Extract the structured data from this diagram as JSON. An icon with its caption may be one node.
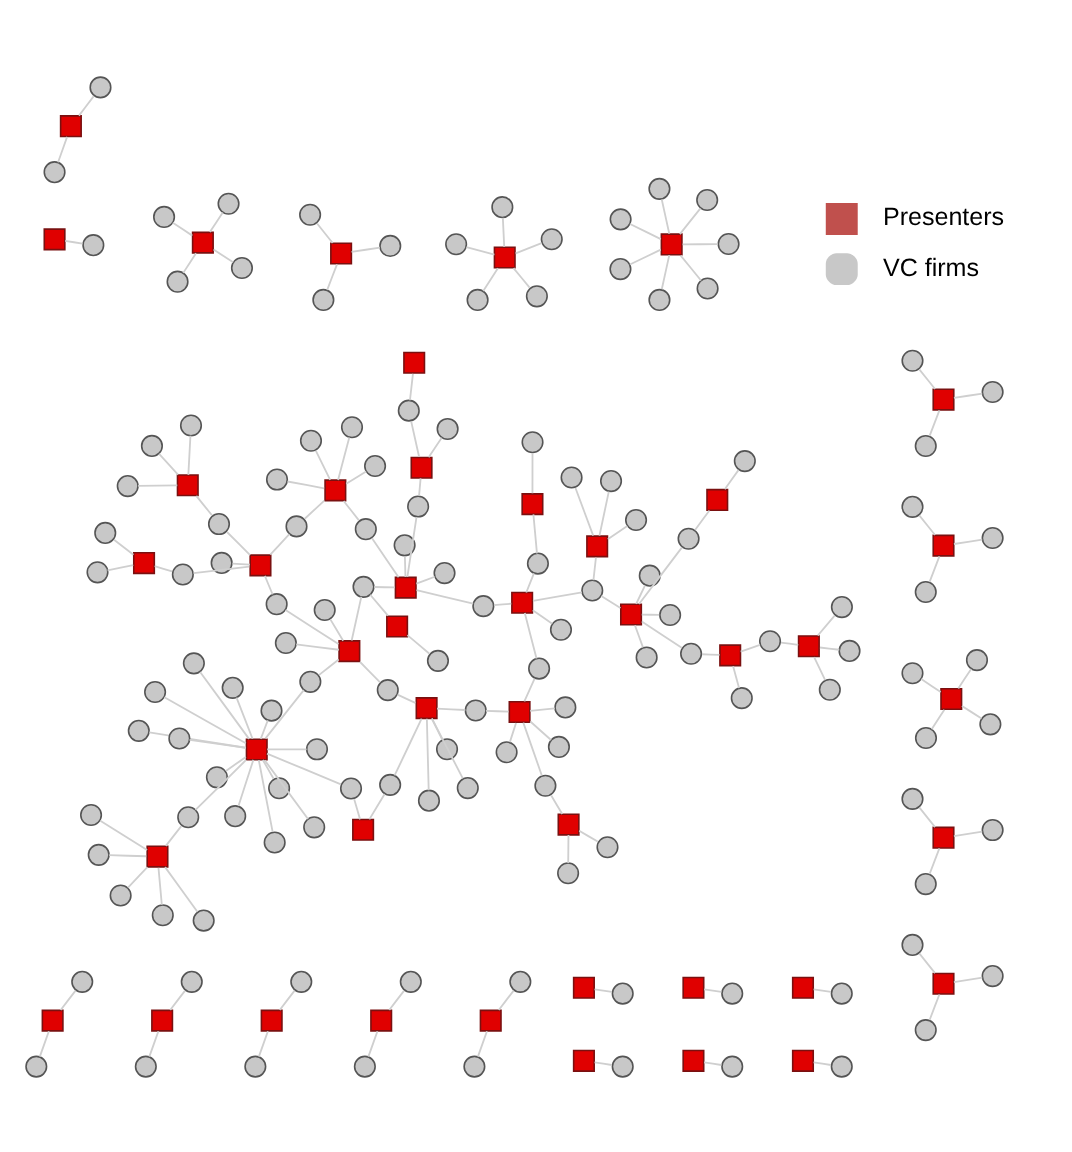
{
  "diagram": {
    "nodes": [
      {
        "text": [],
        "shape": "box"
      },
      {
        "text": [],
        "shape": "circle"
      },
      {
        "text": [],
        "shape": "circle"
      },
      {
        "text": [],
        "shape": "circle"
      },
      {
        "text": [],
        "shape": "circle"
      },
      {
        "text": [],
        "shape": "circle"
      },
      {
        "text": [],
        "shape": "circle"
      },
      {
        "text": [],
        "shape": "circle"
      },
      {
        "text": [],
        "shape": "circle"
      },
      {
        "text": [],
        "shape": "circle"
      },
      {
        "text": [],
        "shape": "circle"
      },
      {
        "text": [],
        "shape": "circle"
      },
      {
        "text": [],
        "shape": "circle"
      },
      {
        "text": [],
        "shape": "box"
      },
      {
        "text": [],
        "shape": "circle"
      },
      {
        "text": [],
        "shape": "circle"
      },
      {
        "text": [],
        "shape": "circle"
      },
      {
        "text": [],
        "shape": "circle"
      },
      {
        "text": [],
        "shape": "circle"
      },
      {
        "text": [],
        "shape": "circle"
      },
      {
        "text": [],
        "shape": "box"
      },
      {
        "text": [],
        "shape": "circle"
      },
      {
        "text": [],
        "shape": "circle"
      },
      {
        "text": [],
        "shape": "box"
      },
      {
        "text": [],
        "shape": "circle"
      },
      {
        "text": [],
        "shape": "circle"
      },
      {
        "text": [],
        "shape": "circle"
      },
      {
        "text": [],
        "shape": "box"
      },
      {
        "text": [],
        "shape": "circle"
      },
      {
        "text": [],
        "shape": "circle"
      },
      {
        "text": [],
        "shape": "circle"
      },
      {
        "text": [],
        "shape": "circle"
      },
      {
        "text": [],
        "shape": "box"
      },
      {
        "text": [],
        "shape": "circle"
      },
      {
        "text": [],
        "shape": "circle"
      },
      {
        "text": [],
        "shape": "circle"
      },
      {
        "text": [],
        "shape": "box"
      },
      {
        "text": [],
        "shape": "circle"
      },
      {
        "text": [],
        "shape": "circle"
      },
      {
        "text": [],
        "shape": "box"
      },
      {
        "text": [],
        "shape": "circle"
      },
      {
        "text": [],
        "shape": "circle"
      },
      {
        "text": [],
        "shape": "circle"
      },
      {
        "text": [],
        "shape": "circle"
      },
      {
        "text": [],
        "shape": "box"
      },
      {
        "text": [],
        "shape": "circle"
      },
      {
        "text": [],
        "shape": "circle"
      },
      {
        "text": [],
        "shape": "box"
      },
      {
        "text": [],
        "shape": "circle"
      },
      {
        "text": [],
        "shape": "circle"
      },
      {
        "text": [],
        "shape": "circle"
      },
      {
        "text": [],
        "shape": "box"
      },
      {
        "text": [],
        "shape": "circle"
      },
      {
        "text": [],
        "shape": "circle"
      },
      {
        "text": [],
        "shape": "box"
      },
      {
        "text": [],
        "shape": "circle"
      },
      {
        "text": [],
        "shape": "circle"
      },
      {
        "text": [],
        "shape": "box"
      },
      {
        "text": [],
        "shape": "circle"
      },
      {
        "text": [],
        "shape": "circle"
      },
      {
        "text": [],
        "shape": "circle"
      },
      {
        "text": [],
        "shape": "circle"
      },
      {
        "text": [],
        "shape": "box"
      },
      {
        "text": [],
        "shape": "circle"
      },
      {
        "text": [],
        "shape": "circle"
      },
      {
        "text": [],
        "shape": "circle"
      },
      {
        "text": [],
        "shape": "box"
      },
      {
        "text": [],
        "shape": "circle"
      },
      {
        "text": [],
        "shape": "circle"
      },
      {
        "text": [],
        "shape": "box"
      },
      {
        "text": [],
        "shape": "circle"
      },
      {
        "text": [],
        "shape": "circle"
      },
      {
        "text": [],
        "shape": "box"
      },
      {
        "text": [],
        "shape": "circle"
      },
      {
        "text": [],
        "shape": "circle"
      },
      {
        "text": [],
        "shape": "circle"
      },
      {
        "text": [],
        "shape": "circle"
      },
      {
        "text": [],
        "shape": "box"
      },
      {
        "text": [],
        "shape": "circle"
      },
      {
        "text": [],
        "shape": "box"
      },
      {
        "text": [],
        "shape": "circle"
      },
      {
        "text": [],
        "shape": "circle"
      },
      {
        "text": [],
        "shape": "circle"
      },
      {
        "text": [],
        "shape": "circle"
      },
      {
        "text": [],
        "shape": "circle"
      },
      {
        "text": [],
        "shape": "box"
      },
      {
        "text": [],
        "shape": "circle"
      },
      {
        "text": [],
        "shape": "circle"
      },
      {
        "text": [],
        "shape": "circle"
      },
      {
        "text": [],
        "shape": "box"
      },
      {
        "text": [],
        "shape": "circle"
      },
      {
        "text": [],
        "shape": "circle"
      },
      {
        "text": [],
        "shape": "circle"
      },
      {
        "text": [],
        "shape": "circle"
      },
      {
        "text": [],
        "shape": "box"
      },
      {
        "text": [],
        "shape": "circle"
      },
      {
        "text": [],
        "shape": "circle"
      },
      {
        "text": [],
        "shape": "circle"
      },
      {
        "text": [],
        "shape": "box"
      },
      {
        "text": [],
        "shape": "circle"
      },
      {
        "text": [],
        "shape": "box"
      },
      {
        "text": [],
        "shape": "circle"
      },
      {
        "text": [],
        "shape": "circle"
      },
      {
        "text": [],
        "shape": "box"
      },
      {
        "text": [],
        "shape": "circle"
      },
      {
        "text": [],
        "shape": "circle"
      },
      {
        "text": [],
        "shape": "box"
      },
      {
        "text": [],
        "shape": "circle"
      },
      {
        "text": [],
        "shape": "circle"
      },
      {
        "text": [],
        "shape": "circle"
      },
      {
        "text": [],
        "shape": "box"
      },
      {
        "text": [],
        "shape": "circle"
      },
      {
        "text": [],
        "shape": "circle"
      },
      {
        "text": [],
        "shape": "circle"
      },
      {
        "text": [],
        "shape": "circle"
      },
      {
        "text": [],
        "shape": "box"
      },
      {
        "text": [],
        "shape": "circle"
      },
      {
        "text": [],
        "shape": "circle"
      },
      {
        "text": [],
        "shape": "box"
      },
      {
        "text": [],
        "shape": "circle"
      },
      {
        "text": [],
        "shape": "circle"
      },
      {
        "text": [],
        "shape": "circle"
      },
      {
        "text": [],
        "shape": "box"
      },
      {
        "text": [],
        "shape": "circle"
      },
      {
        "text": [],
        "shape": "circle"
      },
      {
        "text": [],
        "shape": "circle"
      },
      {
        "text": [],
        "shape": "box"
      },
      {
        "text": [],
        "shape": "circle"
      },
      {
        "text": [],
        "shape": "circle"
      },
      {
        "text": [],
        "shape": "circle"
      },
      {
        "text": [],
        "shape": "circle"
      },
      {
        "text": [],
        "shape": "box"
      },
      {
        "text": [],
        "shape": "circle"
      },
      {
        "text": [],
        "shape": "circle"
      },
      {
        "text": [],
        "shape": "circle"
      },
      {
        "text": [],
        "shape": "box"
      },
      {
        "text": [],
        "shape": "circle"
      },
      {
        "text": [],
        "shape": "circle"
      },
      {
        "text": [],
        "shape": "circle"
      },
      {
        "text": [],
        "shape": "box"
      },
      {
        "text": [],
        "shape": "circle"
      },
      {
        "text": [],
        "shape": "box"
      },
      {
        "text": [],
        "shape": "circle"
      },
      {
        "text": [],
        "shape": "circle"
      },
      {
        "text": [],
        "shape": "box"
      },
      {
        "text": [],
        "shape": "circle"
      },
      {
        "text": [],
        "shape": "box"
      },
      {
        "text": [],
        "shape": "circle"
      },
      {
        "text": [],
        "shape": "circle"
      },
      {
        "text": [],
        "shape": "circle"
      },
      {
        "text": [],
        "shape": "circle"
      },
      {
        "text": [],
        "shape": "circle"
      },
      {
        "text": [],
        "shape": "box"
      },
      {
        "text": [],
        "shape": "circle"
      },
      {
        "text": [],
        "shape": "circle"
      },
      {
        "text": [],
        "shape": "box"
      },
      {
        "text": [],
        "shape": "circle"
      },
      {
        "text": [],
        "shape": "box"
      },
      {
        "text": [],
        "shape": "circle"
      },
      {
        "text": [],
        "shape": "box"
      },
      {
        "text": [],
        "shape": "circle"
      },
      {
        "text": [],
        "shape": "circle"
      },
      {
        "text": [],
        "shape": "box"
      },
      {
        "text": [],
        "shape": "circle"
      },
      {
        "text": [],
        "shape": "box"
      },
      {
        "text": [],
        "shape": "circle"
      },
      {
        "text": [],
        "shape": "box"
      },
      {
        "text": [],
        "shape": "circle"
      },
      {
        "text": [],
        "shape": "circle"
      },
      {
        "text": [],
        "shape": "circle"
      },
      {
        "text": [],
        "shape": "circle"
      },
      {
        "text": [],
        "shape": "circle"
      },
      {
        "text": [],
        "shape": "circle"
      },
      {
        "text": [],
        "shape": "circle"
      }
    ],
    "edges": [
      {
        "from": 0,
        "to": 1,
        "arrow": "none"
      },
      {
        "from": 0,
        "to": 2,
        "arrow": "none"
      },
      {
        "from": 0,
        "to": 3,
        "arrow": "none"
      },
      {
        "from": 0,
        "to": 4,
        "arrow": "none"
      },
      {
        "from": 0,
        "to": 5,
        "arrow": "none"
      },
      {
        "from": 0,
        "to": 6,
        "arrow": "none"
      },
      {
        "from": 0,
        "to": 7,
        "arrow": "none"
      },
      {
        "from": 0,
        "to": 8,
        "arrow": "none"
      },
      {
        "from": 0,
        "to": 9,
        "arrow": "none"
      },
      {
        "from": 0,
        "to": 10,
        "arrow": "none"
      },
      {
        "from": 0,
        "to": 11,
        "arrow": "none"
      },
      {
        "from": 0,
        "to": 12,
        "arrow": "none"
      },
      {
        "from": 13,
        "to": 14,
        "arrow": "none"
      },
      {
        "from": 13,
        "to": 15,
        "arrow": "none"
      },
      {
        "from": 13,
        "to": 16,
        "arrow": "none"
      },
      {
        "from": 13,
        "to": 17,
        "arrow": "none"
      },
      {
        "from": 13,
        "to": 18,
        "arrow": "none"
      },
      {
        "from": 13,
        "to": 19,
        "arrow": "none"
      },
      {
        "from": 14,
        "to": 0,
        "arrow": "none"
      },
      {
        "from": 20,
        "to": 21,
        "arrow": "none"
      },
      {
        "from": 20,
        "to": 22,
        "arrow": "none"
      },
      {
        "from": 21,
        "to": 0,
        "arrow": "none"
      },
      {
        "from": 23,
        "to": 24,
        "arrow": "none"
      },
      {
        "from": 23,
        "to": 25,
        "arrow": "none"
      },
      {
        "from": 23,
        "to": 26,
        "arrow": "none"
      },
      {
        "from": 22,
        "to": 23,
        "arrow": "none"
      },
      {
        "from": 27,
        "to": 28,
        "arrow": "none"
      },
      {
        "from": 27,
        "to": 29,
        "arrow": "none"
      },
      {
        "from": 27,
        "to": 30,
        "arrow": "none"
      },
      {
        "from": 27,
        "to": 31,
        "arrow": "none"
      },
      {
        "from": 28,
        "to": 23,
        "arrow": "none"
      },
      {
        "from": 32,
        "to": 33,
        "arrow": "none"
      },
      {
        "from": 32,
        "to": 34,
        "arrow": "none"
      },
      {
        "from": 32,
        "to": 35,
        "arrow": "none"
      },
      {
        "from": 33,
        "to": 27,
        "arrow": "none"
      },
      {
        "from": 36,
        "to": 37,
        "arrow": "none"
      },
      {
        "from": 36,
        "to": 38,
        "arrow": "none"
      },
      {
        "from": 37,
        "to": 27,
        "arrow": "none"
      },
      {
        "from": 39,
        "to": 40,
        "arrow": "none"
      },
      {
        "from": 39,
        "to": 41,
        "arrow": "none"
      },
      {
        "from": 39,
        "to": 42,
        "arrow": "none"
      },
      {
        "from": 39,
        "to": 43,
        "arrow": "none"
      },
      {
        "from": 40,
        "to": 23,
        "arrow": "none"
      },
      {
        "from": 41,
        "to": 0,
        "arrow": "none"
      },
      {
        "from": 44,
        "to": 45,
        "arrow": "none"
      },
      {
        "from": 44,
        "to": 46,
        "arrow": "none"
      },
      {
        "from": 45,
        "to": 39,
        "arrow": "none"
      },
      {
        "from": 47,
        "to": 48,
        "arrow": "none"
      },
      {
        "from": 47,
        "to": 49,
        "arrow": "none"
      },
      {
        "from": 47,
        "to": 50,
        "arrow": "none"
      },
      {
        "from": 45,
        "to": 47,
        "arrow": "none"
      },
      {
        "from": 48,
        "to": 36,
        "arrow": "none"
      },
      {
        "from": 51,
        "to": 52,
        "arrow": "none"
      },
      {
        "from": 51,
        "to": 53,
        "arrow": "none"
      },
      {
        "from": 52,
        "to": 47,
        "arrow": "none"
      },
      {
        "from": 54,
        "to": 55,
        "arrow": "none"
      },
      {
        "from": 54,
        "to": 56,
        "arrow": "none"
      },
      {
        "from": 55,
        "to": 36,
        "arrow": "none"
      },
      {
        "from": 57,
        "to": 58,
        "arrow": "none"
      },
      {
        "from": 57,
        "to": 59,
        "arrow": "none"
      },
      {
        "from": 57,
        "to": 60,
        "arrow": "none"
      },
      {
        "from": 57,
        "to": 61,
        "arrow": "none"
      },
      {
        "from": 58,
        "to": 36,
        "arrow": "none"
      },
      {
        "from": 62,
        "to": 63,
        "arrow": "none"
      },
      {
        "from": 62,
        "to": 64,
        "arrow": "none"
      },
      {
        "from": 62,
        "to": 65,
        "arrow": "none"
      },
      {
        "from": 58,
        "to": 62,
        "arrow": "none"
      },
      {
        "from": 66,
        "to": 67,
        "arrow": "none"
      },
      {
        "from": 66,
        "to": 68,
        "arrow": "none"
      },
      {
        "from": 67,
        "to": 62,
        "arrow": "none"
      },
      {
        "from": 69,
        "to": 70,
        "arrow": "none"
      },
      {
        "from": 69,
        "to": 71,
        "arrow": "none"
      },
      {
        "from": 70,
        "to": 62,
        "arrow": "none"
      },
      {
        "from": 72,
        "to": 73,
        "arrow": "none"
      },
      {
        "from": 72,
        "to": 74,
        "arrow": "none"
      },
      {
        "from": 72,
        "to": 75,
        "arrow": "none"
      },
      {
        "from": 72,
        "to": 76,
        "arrow": "none"
      },
      {
        "from": 73,
        "to": 69,
        "arrow": "none"
      },
      {
        "from": 77,
        "to": 78,
        "arrow": "none"
      },
      {
        "from": 78,
        "to": 51,
        "arrow": "none"
      },
      {
        "from": 79,
        "to": 80,
        "arrow": "none"
      },
      {
        "from": 79,
        "to": 81,
        "arrow": "none"
      },
      {
        "from": 79,
        "to": 82,
        "arrow": "none"
      },
      {
        "from": 79,
        "to": 83,
        "arrow": "none"
      },
      {
        "from": 79,
        "to": 84,
        "arrow": "none"
      },
      {
        "from": 80,
        "to": 47,
        "arrow": "none"
      },
      {
        "from": 85,
        "to": 86,
        "arrow": "none"
      },
      {
        "from": 85,
        "to": 87,
        "arrow": "none"
      },
      {
        "from": 85,
        "to": 88,
        "arrow": "none"
      },
      {
        "from": 86,
        "to": 39,
        "arrow": "none"
      },
      {
        "from": 87,
        "to": 79,
        "arrow": "none"
      },
      {
        "from": 89,
        "to": 90,
        "arrow": "none"
      },
      {
        "from": 89,
        "to": 91,
        "arrow": "none"
      },
      {
        "from": 89,
        "to": 92,
        "arrow": "none"
      },
      {
        "from": 89,
        "to": 93,
        "arrow": "none"
      },
      {
        "from": 90,
        "to": 85,
        "arrow": "none"
      },
      {
        "from": 94,
        "to": 95,
        "arrow": "none"
      },
      {
        "from": 94,
        "to": 96,
        "arrow": "none"
      },
      {
        "from": 94,
        "to": 97,
        "arrow": "none"
      },
      {
        "from": 95,
        "to": 85,
        "arrow": "none"
      },
      {
        "from": 98,
        "to": 99,
        "arrow": "none"
      },
      {
        "from": 100,
        "to": 101,
        "arrow": "none"
      },
      {
        "from": 100,
        "to": 102,
        "arrow": "none"
      },
      {
        "from": 103,
        "to": 104,
        "arrow": "none"
      },
      {
        "from": 103,
        "to": 105,
        "arrow": "none"
      },
      {
        "from": 106,
        "to": 107,
        "arrow": "none"
      },
      {
        "from": 106,
        "to": 108,
        "arrow": "none"
      },
      {
        "from": 106,
        "to": 109,
        "arrow": "none"
      },
      {
        "from": 110,
        "to": 111,
        "arrow": "none"
      },
      {
        "from": 110,
        "to": 112,
        "arrow": "none"
      },
      {
        "from": 110,
        "to": 113,
        "arrow": "none"
      },
      {
        "from": 110,
        "to": 114,
        "arrow": "none"
      },
      {
        "from": 115,
        "to": 116,
        "arrow": "none"
      },
      {
        "from": 115,
        "to": 117,
        "arrow": "none"
      },
      {
        "from": 118,
        "to": 119,
        "arrow": "none"
      },
      {
        "from": 118,
        "to": 120,
        "arrow": "none"
      },
      {
        "from": 118,
        "to": 121,
        "arrow": "none"
      },
      {
        "from": 122,
        "to": 123,
        "arrow": "none"
      },
      {
        "from": 122,
        "to": 124,
        "arrow": "none"
      },
      {
        "from": 122,
        "to": 125,
        "arrow": "none"
      },
      {
        "from": 126,
        "to": 127,
        "arrow": "none"
      },
      {
        "from": 126,
        "to": 128,
        "arrow": "none"
      },
      {
        "from": 126,
        "to": 129,
        "arrow": "none"
      },
      {
        "from": 126,
        "to": 130,
        "arrow": "none"
      },
      {
        "from": 131,
        "to": 132,
        "arrow": "none"
      },
      {
        "from": 131,
        "to": 133,
        "arrow": "none"
      },
      {
        "from": 131,
        "to": 134,
        "arrow": "none"
      },
      {
        "from": 135,
        "to": 136,
        "arrow": "none"
      },
      {
        "from": 135,
        "to": 137,
        "arrow": "none"
      },
      {
        "from": 135,
        "to": 138,
        "arrow": "none"
      },
      {
        "from": 139,
        "to": 140,
        "arrow": "none"
      },
      {
        "from": 141,
        "to": 142,
        "arrow": "none"
      },
      {
        "from": 141,
        "to": 143,
        "arrow": "none"
      },
      {
        "from": 144,
        "to": 145,
        "arrow": "none"
      },
      {
        "from": 146,
        "to": 147,
        "arrow": "none"
      },
      {
        "from": 146,
        "to": 148,
        "arrow": "none"
      },
      {
        "from": 146,
        "to": 149,
        "arrow": "none"
      },
      {
        "from": 146,
        "to": 150,
        "arrow": "none"
      },
      {
        "from": 146,
        "to": 151,
        "arrow": "none"
      },
      {
        "from": 152,
        "to": 153,
        "arrow": "none"
      },
      {
        "from": 152,
        "to": 154,
        "arrow": "none"
      },
      {
        "from": 155,
        "to": 156,
        "arrow": "none"
      },
      {
        "from": 157,
        "to": 158,
        "arrow": "none"
      },
      {
        "from": 159,
        "to": 160,
        "arrow": "none"
      },
      {
        "from": 159,
        "to": 161,
        "arrow": "none"
      },
      {
        "from": 162,
        "to": 163,
        "arrow": "none"
      },
      {
        "from": 164,
        "to": 165,
        "arrow": "none"
      },
      {
        "from": 166,
        "to": 167,
        "arrow": "none"
      },
      {
        "from": 166,
        "to": 168,
        "arrow": "none"
      },
      {
        "from": 166,
        "to": 169,
        "arrow": "none"
      },
      {
        "from": 166,
        "to": 170,
        "arrow": "none"
      },
      {
        "from": 166,
        "to": 171,
        "arrow": "none"
      },
      {
        "from": 166,
        "to": 172,
        "arrow": "none"
      },
      {
        "from": 166,
        "to": 173,
        "arrow": "none"
      }
    ],
    "legend": [
      {
        "text": "Presenters",
        "color": "#c0504d"
      },
      {
        "text": "VC firms",
        "color": "#c8c8c8"
      }
    ]
  }
}
